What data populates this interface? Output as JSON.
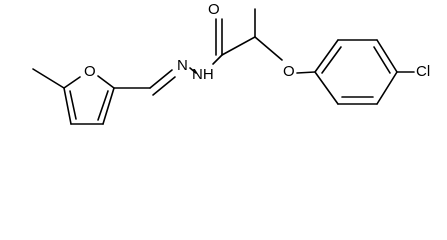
{
  "molecule": {
    "atoms": {
      "ring_oxygen": "O",
      "carbonyl_oxygen": "O",
      "ether_oxygen": "O",
      "imine_nitrogen": "N",
      "amide_nh": "NH",
      "chlorine": "Cl"
    }
  }
}
